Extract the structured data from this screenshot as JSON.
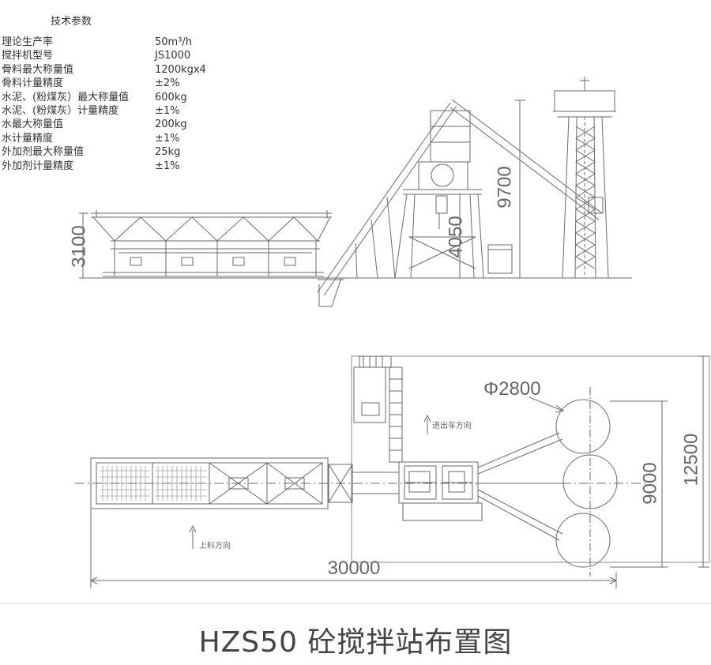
{
  "params": {
    "title": "技术参数",
    "rows": [
      {
        "label": "理论生产率",
        "value": "50m³/h"
      },
      {
        "label": "搅拌机型号",
        "value": "JS1000"
      },
      {
        "label": "骨料最大称量值",
        "value": "1200kgx4"
      },
      {
        "label": "骨料计量精度",
        "value": "±2%"
      },
      {
        "label": "水泥、(粉煤灰）最大称量值",
        "value": "600kg"
      },
      {
        "label": "水泥、(粉煤灰）计量精度",
        "value": "±1%"
      },
      {
        "label": "水最大称量值",
        "value": "200kg"
      },
      {
        "label": "水计量精度",
        "value": "±1%"
      },
      {
        "label": "外加剂最大称量值",
        "value": "25kg"
      },
      {
        "label": "外加剂计量精度",
        "value": "±1%"
      }
    ]
  },
  "elevation": {
    "dim_batcher": "3100",
    "dim_mixer": "4050",
    "dim_total": "9700"
  },
  "plan": {
    "dim_silo_dia": "Φ2800",
    "dim_length": "30000",
    "dim_width_inner": "9000",
    "dim_width_outer": "12500",
    "label_truck": "进出车方向",
    "label_loading": "上料方向"
  },
  "caption": "HZS50 砼搅拌站布置图"
}
